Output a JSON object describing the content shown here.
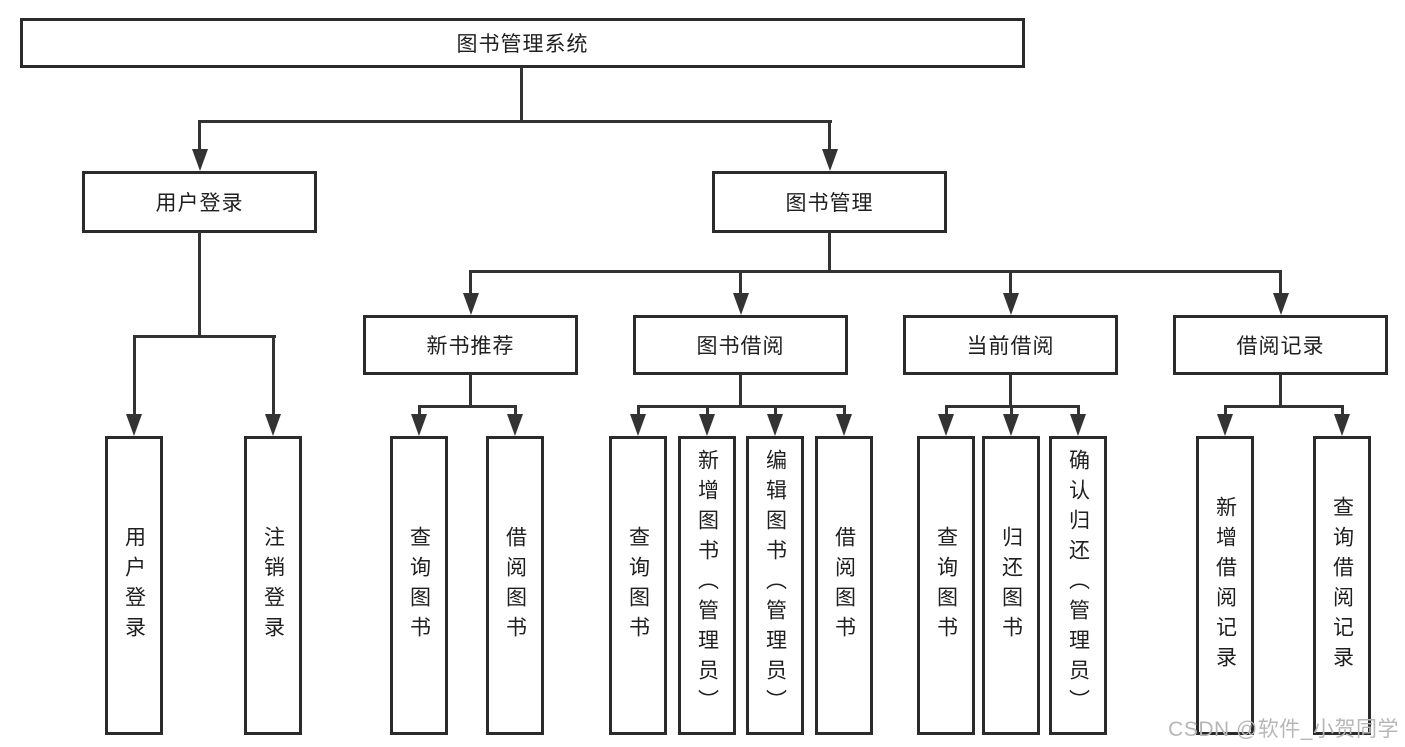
{
  "diagram": {
    "title": "图书管理系统",
    "branches": [
      {
        "label": "用户登录",
        "children": [
          "用户登录",
          "注销登录"
        ]
      },
      {
        "label": "图书管理",
        "sections": [
          {
            "label": "新书推荐",
            "children": [
              "查询图书",
              "借阅图书"
            ]
          },
          {
            "label": "图书借阅",
            "children": [
              "查询图书",
              "新增图书（管理员）",
              "编辑图书（管理员）",
              "借阅图书"
            ]
          },
          {
            "label": "当前借阅",
            "children": [
              "查询图书",
              "归还图书",
              "确认归还（管理员）"
            ]
          },
          {
            "label": "借阅记录",
            "children": [
              "新增借阅记录",
              "查询借阅记录"
            ]
          }
        ]
      }
    ],
    "watermark": "CSDN @软件_小贺同学"
  },
  "colors": {
    "line": "#333333",
    "border": "#2b2b2b",
    "text": "#1f1f1f",
    "watermark": "#b7b7b7",
    "background": "#ffffff"
  }
}
